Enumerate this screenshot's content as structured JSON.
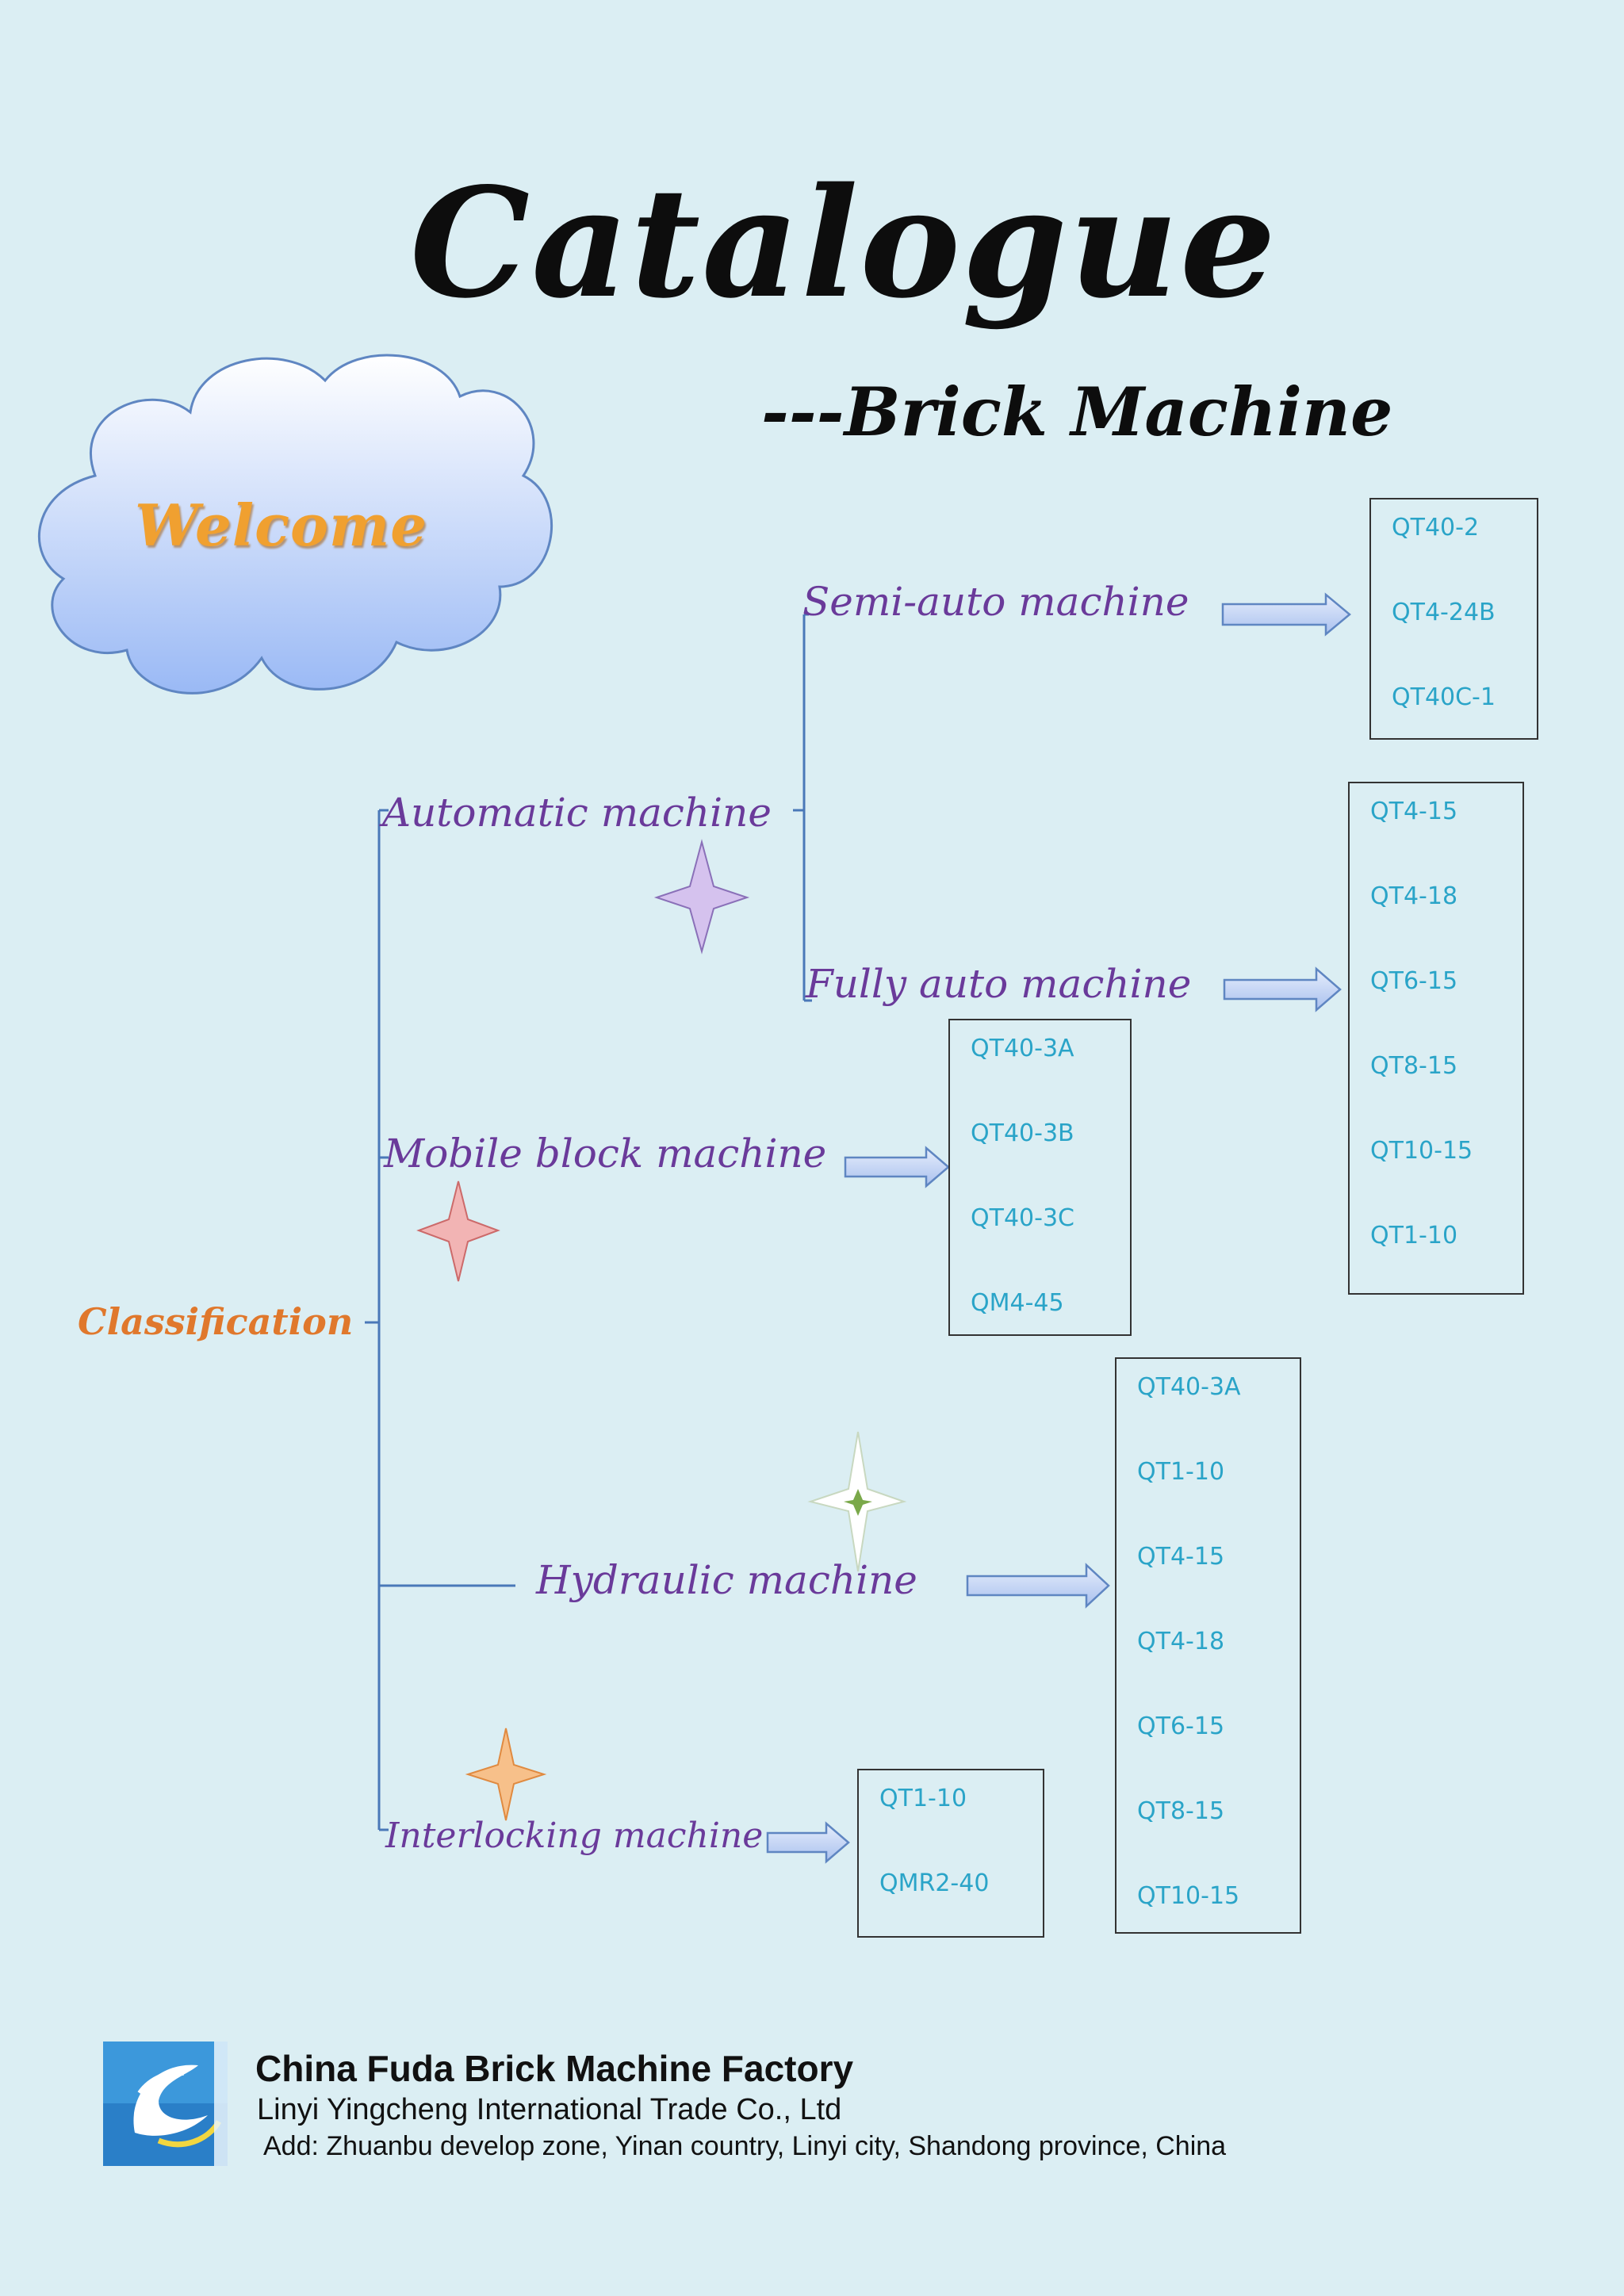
{
  "title": "Catalogue",
  "subtitle": "---Brick Machine",
  "welcome": "Welcome",
  "tree": {
    "root": "Classification",
    "automatic": "Automatic machine",
    "semi_auto": "Semi-auto machine",
    "fully_auto": "Fully auto machine",
    "mobile": "Mobile block machine",
    "hydraulic": "Hydraulic machine",
    "interlocking": "Interlocking machine"
  },
  "models": {
    "semi_auto": [
      "QT40-2",
      "QT4-24B",
      "QT40C-1"
    ],
    "fully_auto": [
      "QT4-15",
      "QT4-18",
      "QT6-15",
      "QT8-15",
      "QT10-15",
      "QT1-10"
    ],
    "mobile": [
      "QT40-3A",
      "QT40-3B",
      "QT40-3C",
      "QM4-45"
    ],
    "hydraulic": [
      "QT40-3A",
      "QT1-10",
      "QT4-15",
      "QT4-18",
      "QT6-15",
      "QT8-15",
      "QT10-15"
    ],
    "interlocking": [
      "QT1-10",
      "QMR2-40"
    ]
  },
  "footer": {
    "company": "China Fuda Brick Machine Factory",
    "trade": "Linyi Yingcheng International Trade Co., Ltd",
    "address": "Add: Zhuanbu develop zone, Yinan country, Linyi city, Shandong province, China"
  },
  "colors": {
    "background": "#dbeef3",
    "node_text": "#6a3a9a",
    "root_text": "#e0782c",
    "model_text": "#2aa4c8",
    "connector": "#4a78b8",
    "arrow_fill": "#bcd0f2"
  }
}
